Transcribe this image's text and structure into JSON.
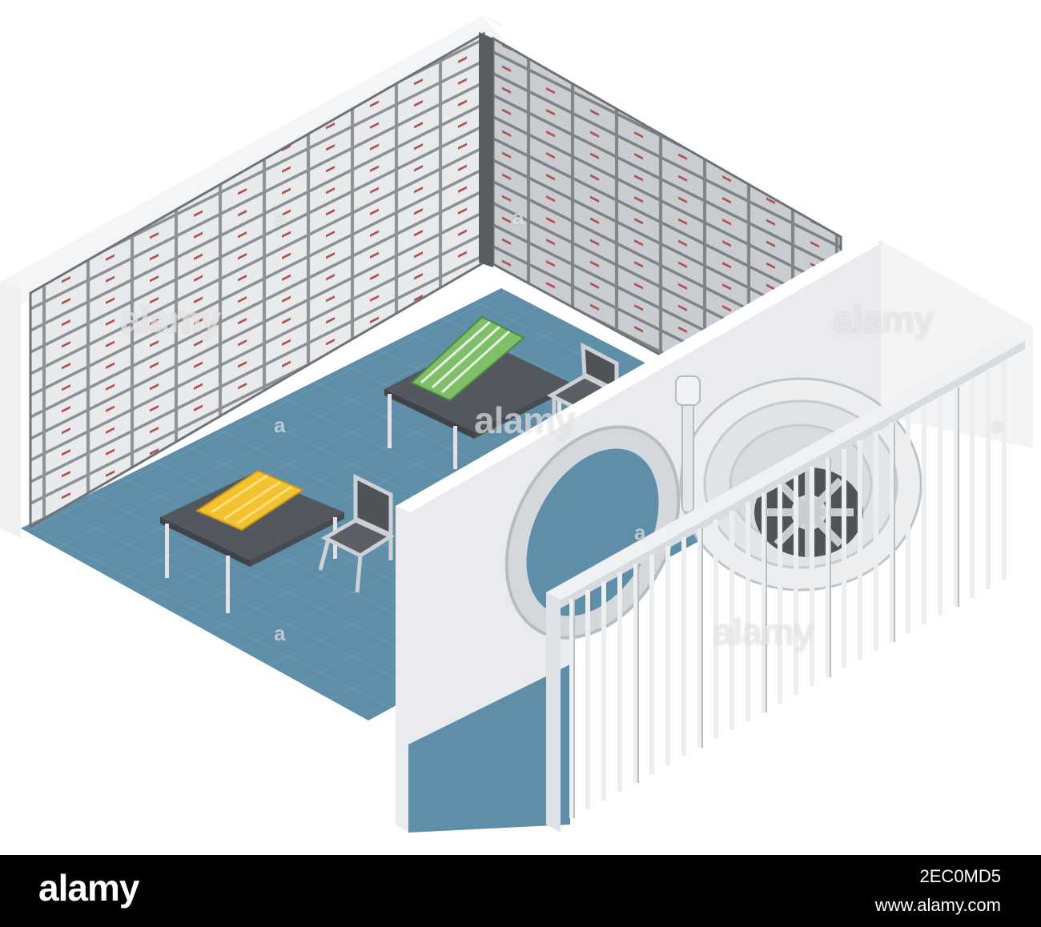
{
  "image": {
    "subject": "Isometric bank vault room",
    "colors": {
      "floor": "#5e8ea8",
      "floor_grid": "#7aa6bd",
      "wall_outer": "#f2f3f5",
      "wall_top": "#ffffff",
      "lockers_frame": "#8d9196",
      "locker_face": "#e8eaec",
      "locker_face_right": "#c9cdd1",
      "gold": "#f2c230",
      "cash": "#7fbf6a",
      "table_top": "#53585e",
      "metal": "#dfe2e6"
    }
  },
  "watermarks": {
    "brand": "alamy",
    "small": "a"
  },
  "footer": {
    "logo": "alamy",
    "image_id": "2EC0MD5",
    "url": "www.alamy.com"
  }
}
